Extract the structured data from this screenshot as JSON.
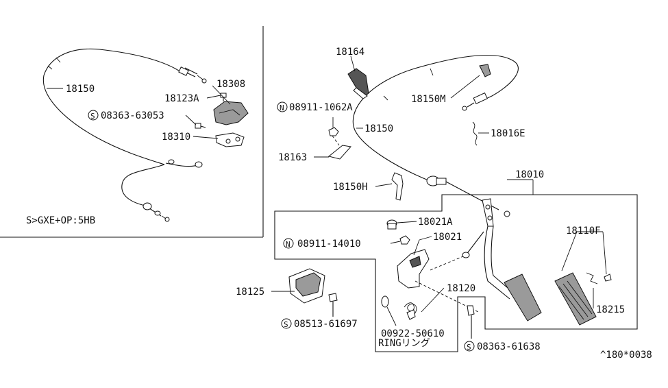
{
  "labels": {
    "l18150_left": "18150",
    "l18308": "18308",
    "l18123A": "18123A",
    "l08363_63053": "08363-63053",
    "l18310": "18310",
    "lvariant": "S>GXE+OP:5HB",
    "l18164": "18164",
    "l08911_1062A": "08911-1062A",
    "l18150_right": "18150",
    "l18150M": "18150M",
    "l18016E": "18016E",
    "l18163": "18163",
    "l18150H": "18150H",
    "l18010": "18010",
    "l18021A": "18021A",
    "l08911_14010": "08911-14010",
    "l18021": "18021",
    "l18110F": "18110F",
    "l18125": "18125",
    "l18120": "18120",
    "l18215": "18215",
    "l08513_61697": "08513-61697",
    "l00922_50610": "00922-50610",
    "lring": "RINGリング",
    "l08363_61638": "08363-61638",
    "lref": "^180*0038"
  },
  "markers": {
    "S": "S",
    "N": "N"
  }
}
